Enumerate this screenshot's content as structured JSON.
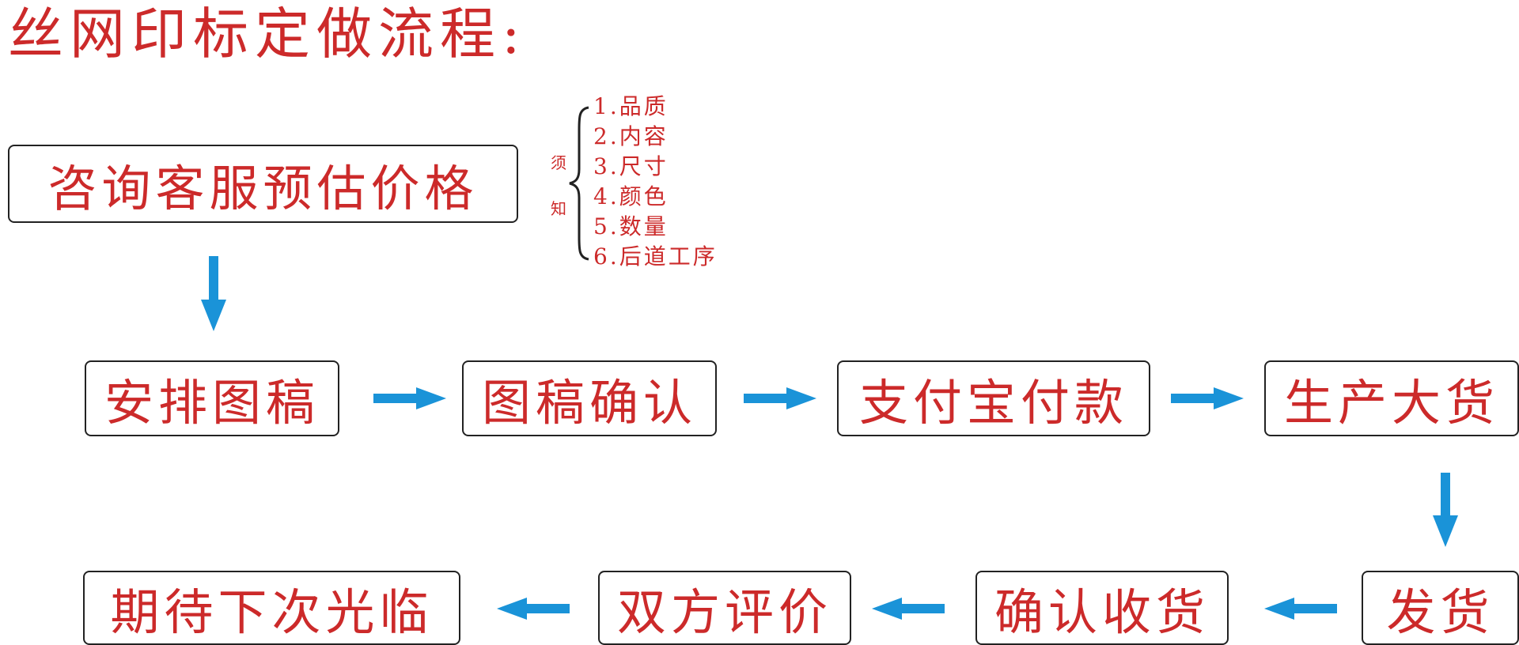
{
  "title": "丝网印标定做流程:",
  "steps": {
    "consult": "咨询客服预估价格",
    "arrange_draft": "安排图稿",
    "confirm_draft": "图稿确认",
    "alipay_payment": "支付宝付款",
    "mass_production": "生产大货",
    "ship": "发货",
    "confirm_receipt": "确认收货",
    "mutual_review": "双方评价",
    "next_visit": "期待下次光临"
  },
  "notes": {
    "side_label": [
      "须",
      "知"
    ],
    "items": [
      "1.品质",
      "2.内容",
      "3.尺寸",
      "4.颜色",
      "5.数量",
      "6.后道工序"
    ]
  },
  "colors": {
    "text": "#cc2a2a",
    "arrow": "#1a93d8",
    "border": "#222222"
  }
}
